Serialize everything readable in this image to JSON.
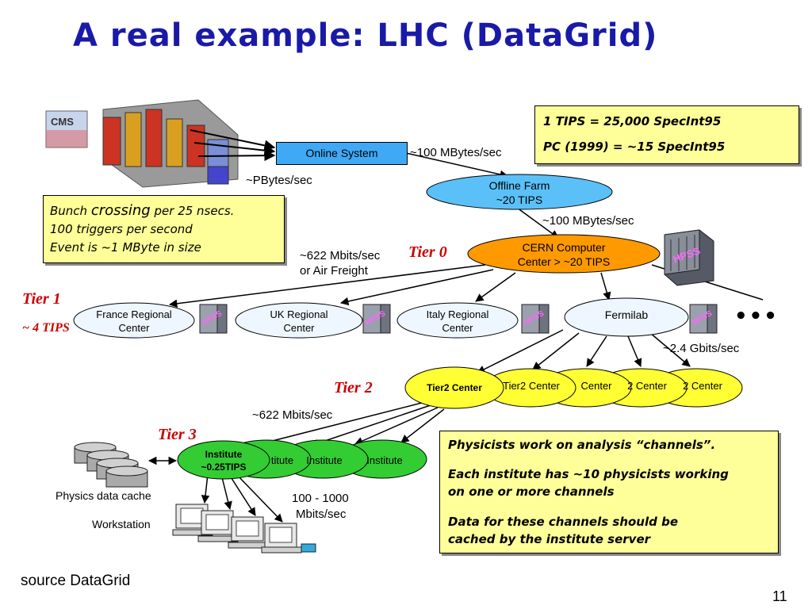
{
  "slide": {
    "title": "A real example: LHC (DataGrid)",
    "page_number": "11",
    "source": "source DataGrid"
  },
  "logo_text": "CMS",
  "tips_box": {
    "line1": "1 TIPS = 25,000 SpecInt95",
    "line2": "PC (1999) = ~15 SpecInt95"
  },
  "bunch_box": {
    "line1_pre": "Bunch ",
    "line1_word": "crossing",
    "line1_post": " per 25 nsecs.",
    "line2": "100 triggers per second",
    "line3": "Event is ~1 MByte in size"
  },
  "nodes": {
    "online_system": "Online System",
    "offline_farm_1": "Offline Farm",
    "offline_farm_2": "~20 TIPS",
    "cern_1": "CERN Computer",
    "cern_2": "Center > ~20 TIPS",
    "france_1": "France Regional",
    "france_2": "Center",
    "uk_1": "UK Regional",
    "uk_2": "Center",
    "italy_1": "Italy Regional",
    "italy_2": "Center",
    "fermilab": "Fermilab",
    "tier2_center": "Tier2 Center",
    "tier2_bg1": "Tier2 Center",
    "tier2_bg2": "Center",
    "tier2_bg3": "2 Center",
    "tier2_bg4": "2 Center",
    "institute_1": "Institute",
    "institute_2": "~0.25TIPS",
    "institute_bg1": "titute",
    "institute_bg2": "Institute",
    "institute_bg3": "Institute",
    "hpss": "HPSS"
  },
  "links": {
    "rate_online_offline": "~100 MBytes/sec",
    "rate_detector": "~PBytes/sec",
    "rate_offline_cern": "~100 MBytes/sec",
    "rate_tier0_1": "~622 Mbits/sec",
    "rate_tier0_2": "or Air Freight",
    "rate_fermilab": "~2.4 Gbits/sec",
    "rate_tier2": "~622 Mbits/sec",
    "rate_inst_1": "100 - 1000",
    "rate_inst_2": "Mbits/sec",
    "ellipsis": "•••"
  },
  "tiers": {
    "tier0": "Tier 0",
    "tier1": "Tier 1",
    "tier1_tips": "~ 4 TIPS",
    "tier2": "Tier 2",
    "tier3": "Tier 3"
  },
  "labels": {
    "physics_cache": "Physics data cache",
    "workstations": "Workstation"
  },
  "physicists_box": {
    "line1": "Physicists work on analysis “channels”.",
    "line2a": "Each institute has ~10 physicists working",
    "line2b": "on one or more channels",
    "line3a": "Data for these channels should be",
    "line3b": "cached by the institute server"
  },
  "colors": {
    "title": "#1a1aa8",
    "tier_label": "#cc0000",
    "online_system": "#3fa9f5",
    "offline_farm": "#5bc0f8",
    "cern_center": "#ff9900",
    "regional_center": "#eef7ff",
    "tier2_center": "#ffff33",
    "institute": "#33cc33",
    "note_box": "#ffff99"
  }
}
